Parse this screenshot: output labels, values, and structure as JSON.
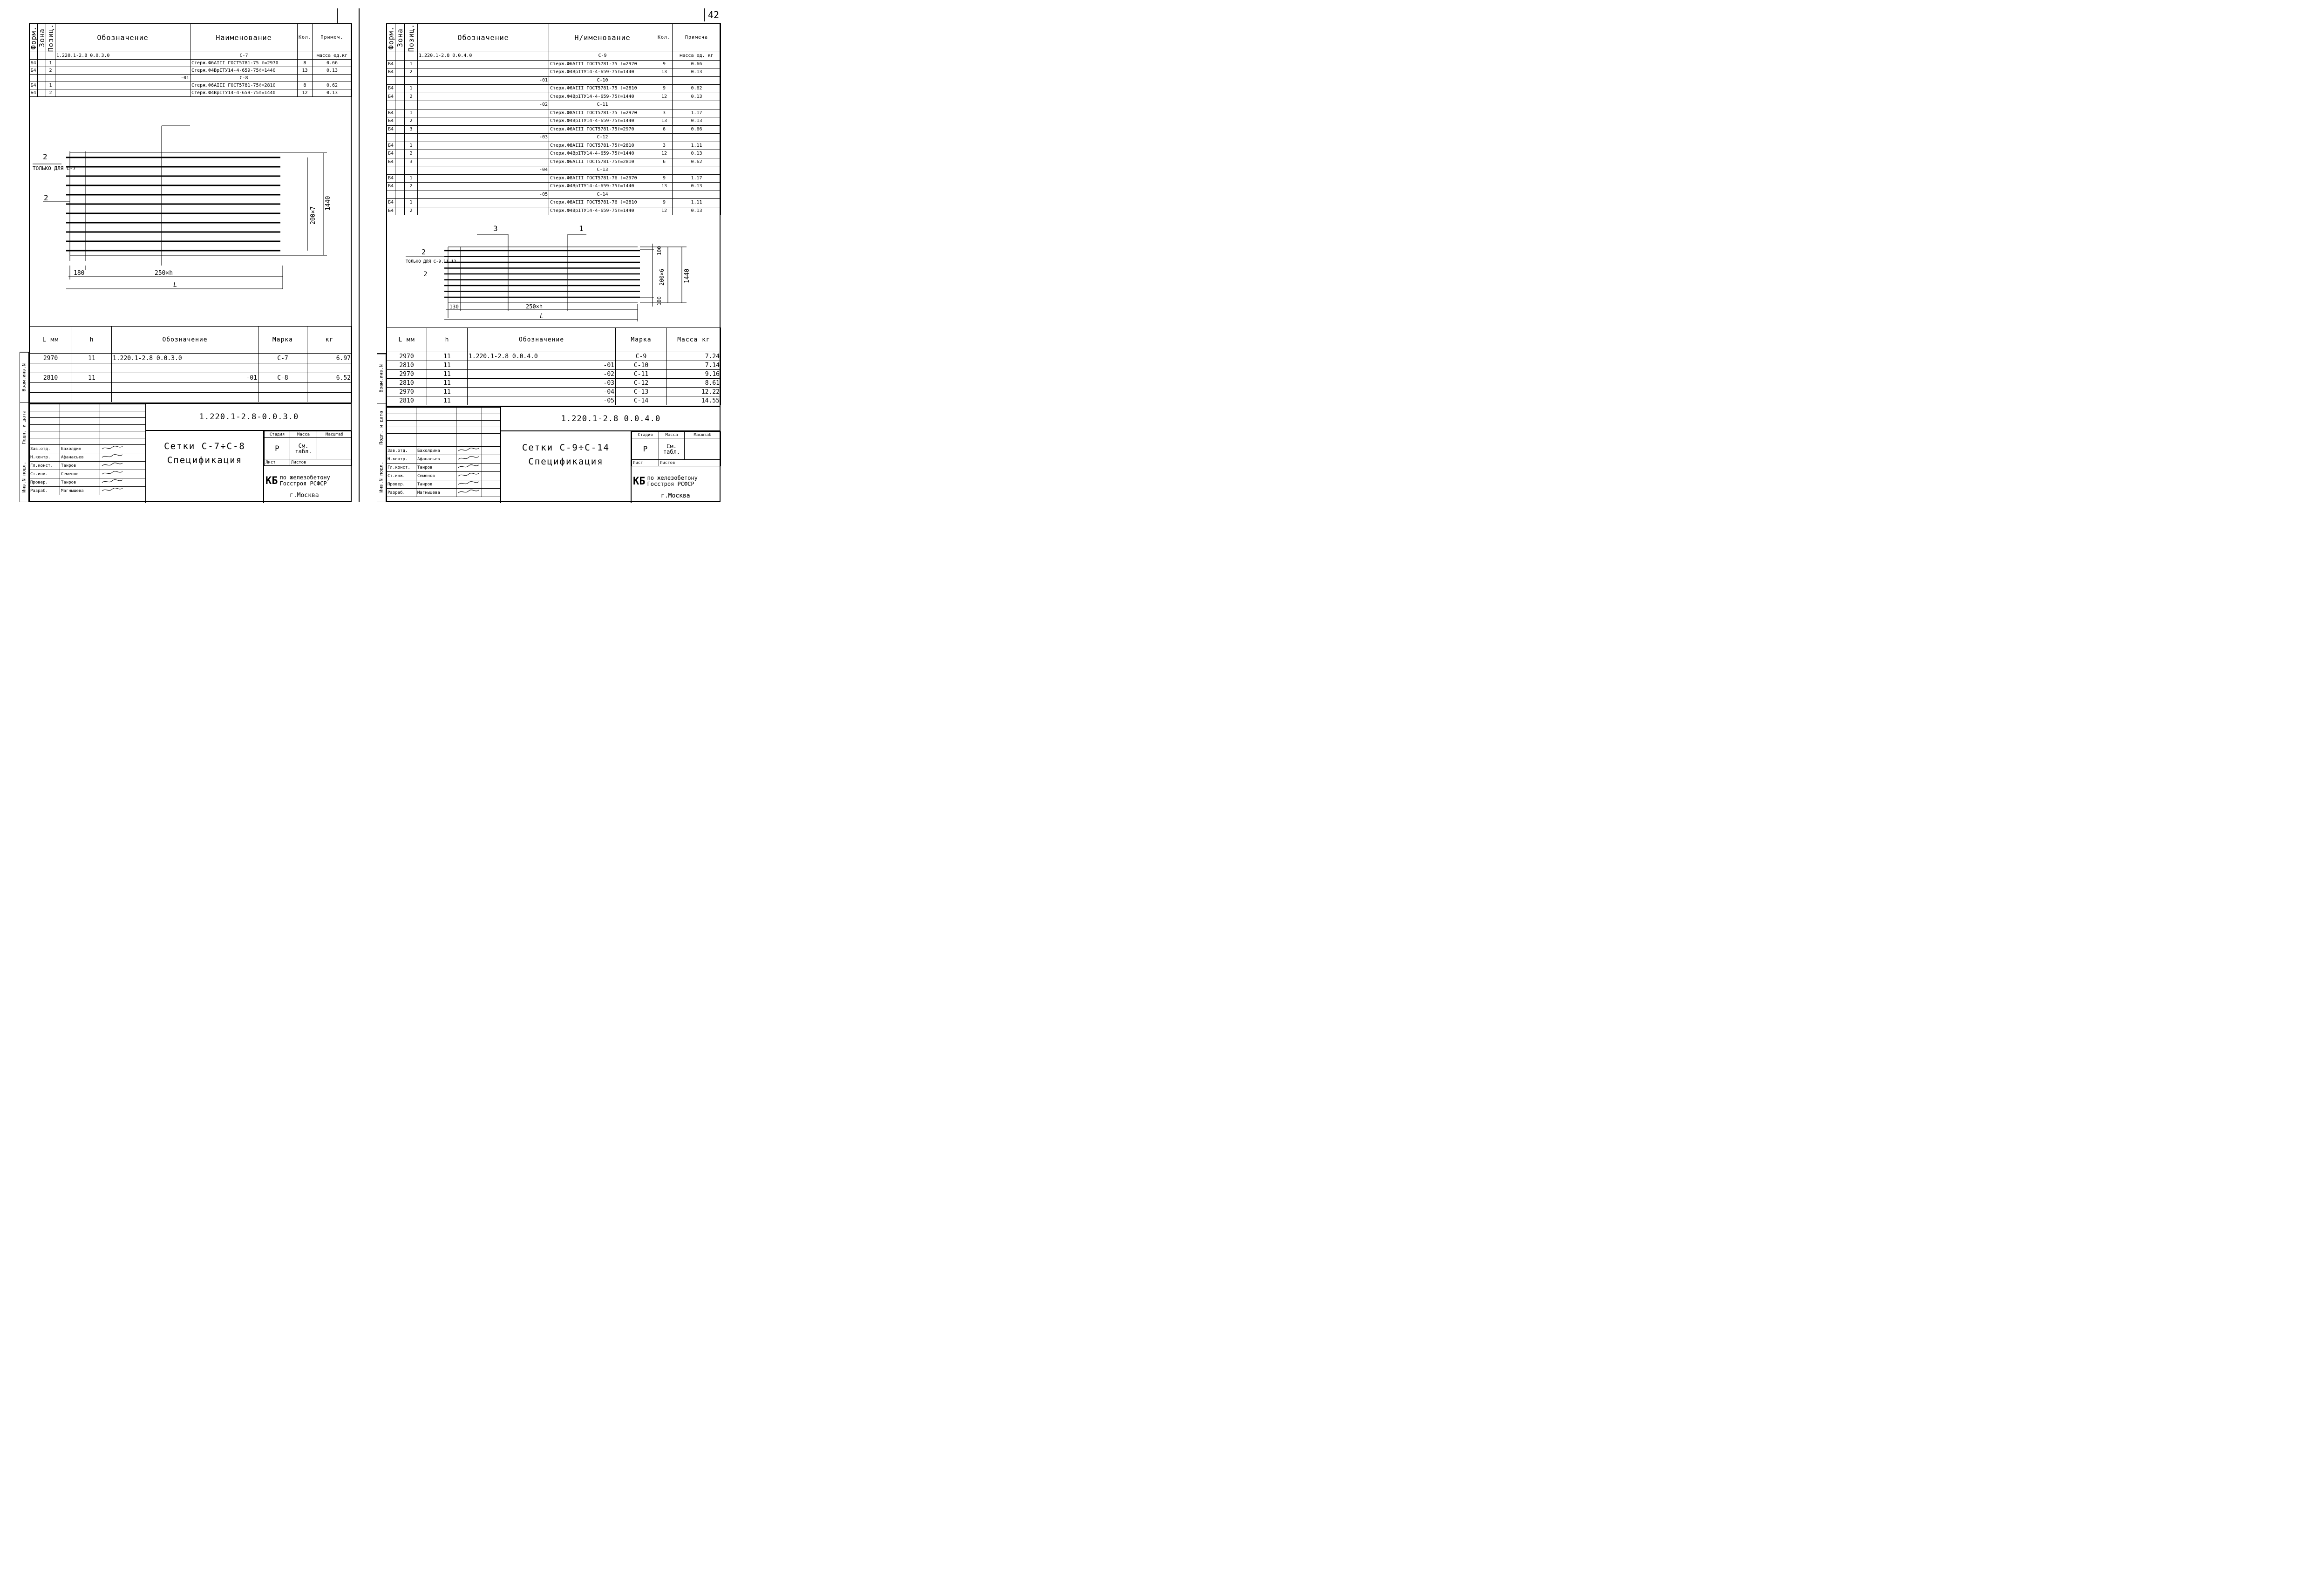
{
  "page_number": "42",
  "headers": {
    "format": "Форм.",
    "zone": "Зона",
    "position": "Позиц.",
    "designation": "Обозначение",
    "name_left": "Наименование",
    "name_right": "Н/именование",
    "qty": "Кол.",
    "note_left": "Примеч.",
    "note_right": "Примеча"
  },
  "left": {
    "spec_rows": [
      {
        "f": "",
        "z": "",
        "p": "",
        "des": "1.220.1-2.8  0.0.3.0",
        "name": "С-7",
        "q": "",
        "n": "масса ед.кг"
      },
      {
        "f": "Б4",
        "z": "",
        "p": "1",
        "des": "",
        "name": "Стерж.Ф6АIII ГОСТ5781-75 ℓ=2970",
        "q": "8",
        "n": "0.66"
      },
      {
        "f": "Б4",
        "z": "",
        "p": "2",
        "des": "",
        "name": "Стерж.Ф4ВрIТУ14-4-659-75ℓ=1440",
        "q": "13",
        "n": "0.13"
      },
      {
        "f": "",
        "z": "",
        "p": "",
        "des": "-01",
        "name": "С-8",
        "q": "",
        "n": ""
      },
      {
        "f": "Б4",
        "z": "",
        "p": "1",
        "des": "",
        "name": "Стерж.Ф6АIII ГОСТ5781-75ℓ=2810",
        "q": "8",
        "n": "0.62"
      },
      {
        "f": "Б4",
        "z": "",
        "p": "2",
        "des": "",
        "name": "Стерж.Ф4ВрIТУ14-4-659-75ℓ=1440",
        "q": "12",
        "n": "0.13"
      }
    ],
    "drawing": {
      "pos_top": "2",
      "only_for": "ТОЛЬКО ДЛЯ С-7",
      "pos_mid": "2",
      "dim_inner": "200×7",
      "dim_outer": "1440",
      "dim_left": "180",
      "dim_pitch": "250×h",
      "dim_len": "L"
    },
    "bottom_header": {
      "l": "L мм",
      "h": "h",
      "des": "Обозначение",
      "mark": "Марка",
      "kg": "кг"
    },
    "bottom_rows": [
      {
        "l": "2970",
        "h": "11",
        "des": "1.220.1-2.8  0.0.3.0",
        "mark": "С-7",
        "kg": "6.97"
      },
      {
        "l": "",
        "h": "",
        "des": "",
        "mark": "",
        "kg": ""
      },
      {
        "l": "2810",
        "h": "11",
        "des": "-01",
        "mark": "С-8",
        "kg": "6.52"
      },
      {
        "l": "",
        "h": "",
        "des": "",
        "mark": "",
        "kg": ""
      },
      {
        "l": "",
        "h": "",
        "des": "",
        "mark": "",
        "kg": ""
      }
    ],
    "doc_code": "1.220.1-2.8-0.0.3.0",
    "title_line1": "Сетки С-7÷С-8",
    "title_line2": "Спецификация",
    "stage_label": "Стадия",
    "mass_label": "Масса",
    "scale_label": "Масштаб",
    "stage": "Р",
    "mass": "См. табл.",
    "sheet_label": "Лист",
    "sheets_label": "Листов",
    "kb": "КБ",
    "org1": "по железобетону",
    "org2": "Госстроя РСФСР",
    "org3": "г.Москва",
    "stamp": [
      {
        "role": "Зав.отд.",
        "name": "Бахолдин"
      },
      {
        "role": "Н.контр.",
        "name": "Афанасьев"
      },
      {
        "role": "Гл.конст.",
        "name": "Танров"
      },
      {
        "role": "Ст.инж.",
        "name": "Семенов"
      },
      {
        "role": "Провер.",
        "name": "Танров"
      },
      {
        "role": "Разраб.",
        "name": "Магнышева"
      }
    ]
  },
  "right": {
    "spec_rows": [
      {
        "f": "",
        "z": "",
        "p": "",
        "des": "1.220.1-2.8  0.0.4.0",
        "name": "С-9",
        "q": "",
        "n": "масса ед. кг"
      },
      {
        "f": "Б4",
        "z": "",
        "p": "1",
        "des": "",
        "name": "Стерж.Ф6АIII ГОСТ5781-75 ℓ=2970",
        "q": "9",
        "n": "0.66"
      },
      {
        "f": "Б4",
        "z": "",
        "p": "2",
        "des": "",
        "name": "Стерж.Ф4ВрIТУ14-4-659-75ℓ=1440",
        "q": "13",
        "n": "0.13"
      },
      {
        "f": "",
        "z": "",
        "p": "",
        "des": "-01",
        "name": "С-10",
        "q": "",
        "n": ""
      },
      {
        "f": "Б4",
        "z": "",
        "p": "1",
        "des": "",
        "name": "Стерж.Ф6АIII ГОСТ5781-75 ℓ=2810",
        "q": "9",
        "n": "0.62"
      },
      {
        "f": "Б4",
        "z": "",
        "p": "2",
        "des": "",
        "name": "Стерж.Ф4ВрIТУ14-4-659-75ℓ=1440",
        "q": "12",
        "n": "0.13"
      },
      {
        "f": "",
        "z": "",
        "p": "",
        "des": "-02",
        "name": "С-11",
        "q": "",
        "n": ""
      },
      {
        "f": "Б4",
        "z": "",
        "p": "1",
        "des": "",
        "name": "Стерж.Ф8АIII ГОСТ5781-75 ℓ=2970",
        "q": "3",
        "n": "1.17"
      },
      {
        "f": "Б4",
        "z": "",
        "p": "2",
        "des": "",
        "name": "Стерж.Ф4ВрIТУ14-4-659-75ℓ=1440",
        "q": "13",
        "n": "0.13"
      },
      {
        "f": "Б4",
        "z": "",
        "p": "3",
        "des": "",
        "name": "Стерж.Ф6АIII ГОСТ5781-75ℓ=2970",
        "q": "6",
        "n": "0.66"
      },
      {
        "f": "",
        "z": "",
        "p": "",
        "des": "-03",
        "name": "С-12",
        "q": "",
        "n": ""
      },
      {
        "f": "Б4",
        "z": "",
        "p": "1",
        "des": "",
        "name": "Стерж.Ф8АIII ГОСТ5781-75ℓ=2810",
        "q": "3",
        "n": "1.11"
      },
      {
        "f": "Б4",
        "z": "",
        "p": "2",
        "des": "",
        "name": "Стерж.Ф4ВрIТУ14-4-659-75ℓ=1440",
        "q": "12",
        "n": "0.13"
      },
      {
        "f": "Б4",
        "z": "",
        "p": "3",
        "des": "",
        "name": "Стерж.Ф6АIII ГОСТ5781-75ℓ=2810",
        "q": "6",
        "n": "0.62"
      },
      {
        "f": "",
        "z": "",
        "p": "",
        "des": "-04",
        "name": "С-13",
        "q": "",
        "n": ""
      },
      {
        "f": "Б4",
        "z": "",
        "p": "1",
        "des": "",
        "name": "Стерж.Ф8АIII ГОСТ5781-76 ℓ=2970",
        "q": "9",
        "n": "1.17"
      },
      {
        "f": "Б4",
        "z": "",
        "p": "2",
        "des": "",
        "name": "Стерж.Ф4ВрIТУ14-4-659-75ℓ=1440",
        "q": "13",
        "n": "0.13"
      },
      {
        "f": "",
        "z": "",
        "p": "",
        "des": "-05",
        "name": "С-14",
        "q": "",
        "n": ""
      },
      {
        "f": "Б4",
        "z": "",
        "p": "1",
        "des": "",
        "name": "Стерж.Ф8АIII ГОСТ5781-76 ℓ=2810",
        "q": "9",
        "n": "1.11"
      },
      {
        "f": "Б4",
        "z": "",
        "p": "2",
        "des": "",
        "name": "Стерж.Ф4ВрIТУ14-4-659-75ℓ=1440",
        "q": "12",
        "n": "0.13"
      }
    ],
    "drawing": {
      "pos3": "3",
      "pos1": "1",
      "pos_top": "2",
      "only_for": "ТОЛЬКО ДЛЯ С-9.11.13",
      "pos_mid": "2",
      "dim_100a": "100",
      "dim_inner": "200×6",
      "dim_100b": "100",
      "dim_outer": "1440",
      "dim_left": "130",
      "dim_pitch": "250×h",
      "dim_len": "L"
    },
    "bottom_header": {
      "l": "L мм",
      "h": "h",
      "des": "Обозначение",
      "mark": "Марка",
      "kg": "Масса кг"
    },
    "bottom_rows": [
      {
        "l": "2970",
        "h": "11",
        "des": "1.220.1-2.8  0.0.4.0",
        "mark": "С-9",
        "kg": "7.24"
      },
      {
        "l": "2810",
        "h": "11",
        "des": "-01",
        "mark": "С-10",
        "kg": "7.14"
      },
      {
        "l": "2970",
        "h": "11",
        "des": "-02",
        "mark": "С-11",
        "kg": "9.16"
      },
      {
        "l": "2810",
        "h": "11",
        "des": "-03",
        "mark": "С-12",
        "kg": "8.61"
      },
      {
        "l": "2970",
        "h": "11",
        "des": "-04",
        "mark": "С-13",
        "kg": "12.22"
      },
      {
        "l": "2810",
        "h": "11",
        "des": "-05",
        "mark": "С-14",
        "kg": "14.55"
      }
    ],
    "doc_code": "1.220.1-2.8  0.0.4.0",
    "title_line1": "Сетки С-9÷С-14",
    "title_line2": "Спецификация",
    "stage_label": "Стадия",
    "mass_label": "Масса",
    "scale_label": "Масштаб",
    "stage": "Р",
    "mass": "См. табл.",
    "sheet_label": "Лист",
    "sheets_label": "Листов",
    "kb": "КБ",
    "org1": "по железобетону",
    "org2": "Госстроя РСФСР",
    "org3": "г.Москва",
    "stamp": [
      {
        "role": "Зав.отд.",
        "name": "Бахолдина"
      },
      {
        "role": "Н.контр.",
        "name": "Афанасьев"
      },
      {
        "role": "Гл.конст.",
        "name": "Танров"
      },
      {
        "role": "Ст.инж.",
        "name": "Семенов"
      },
      {
        "role": "Провер.",
        "name": "Танров"
      },
      {
        "role": "Разраб.",
        "name": "Магнышева"
      }
    ]
  },
  "side_labels": [
    "Взам.инв.N",
    "Подп. и дата",
    "Инв.N подл."
  ]
}
